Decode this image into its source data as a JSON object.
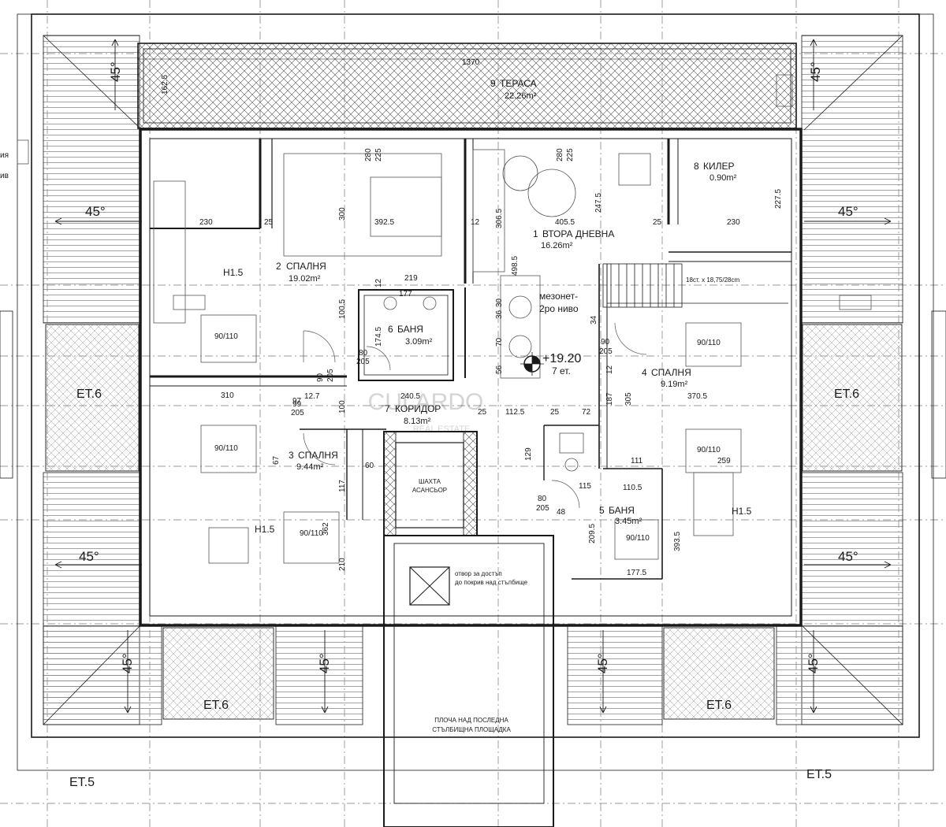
{
  "colors": {
    "line": "#1a1a1a",
    "hatch": "#8c8c8c",
    "paper": "#ffffff"
  },
  "roof_angle_labels": [
    "45°",
    "45°",
    "45°",
    "45°",
    "45°",
    "45°",
    "45°",
    "45°",
    "45°",
    "45°"
  ],
  "floor_labels": {
    "left_mid": "ET.6",
    "right_mid": "ET.6",
    "bottom_left": "ET.6",
    "bottom_right": "ET.6",
    "below_left": "ET.5",
    "below_right": "ET.5"
  },
  "rooms": [
    {
      "num": "1",
      "name": "ВТОРА ДНЕВНА",
      "area": "16.26m²"
    },
    {
      "num": "2",
      "name": "СПАЛНЯ",
      "area": "19.02m²"
    },
    {
      "num": "3",
      "name": "СПАЛНЯ",
      "area": "9.44m²"
    },
    {
      "num": "4",
      "name": "СПАЛНЯ",
      "area": "9.19m²"
    },
    {
      "num": "5",
      "name": "БАНЯ",
      "area": "3.45m²"
    },
    {
      "num": "6",
      "name": "БАНЯ",
      "area": "3.09m²"
    },
    {
      "num": "7",
      "name": "КОРИДОР",
      "area": "8.13m²"
    },
    {
      "num": "8",
      "name": "КИЛЕР",
      "area": "0.90m²"
    },
    {
      "num": "9",
      "name": "ТЕРАСА",
      "area": "22.26m²"
    }
  ],
  "dimensions": [
    "1370",
    "162.5",
    "280",
    "225",
    "280",
    "225",
    "230",
    "25",
    "300",
    "392.5",
    "12",
    "306.5",
    "405.5",
    "247.5",
    "25",
    "230",
    "227.5",
    "219",
    "12",
    "100.5",
    "174.5",
    "177",
    "498.5",
    "30",
    "36",
    "70",
    "56",
    "34",
    "100",
    "90",
    "205",
    "80",
    "205",
    "90",
    "205",
    "310",
    "99",
    "205",
    "240.5",
    "25",
    "112.5",
    "25",
    "72",
    "187",
    "12",
    "305",
    "370.5",
    "12.7",
    "97",
    "67",
    "117",
    "60",
    "129",
    "111",
    "110.5",
    "80",
    "205",
    "48",
    "115",
    "209.5",
    "177.5",
    "393.5",
    "259",
    "210",
    "362",
    "18ст. x 18,75/28cm"
  ],
  "door_window_tags": [
    "90/110",
    "90/110",
    "90/110",
    "90/110",
    "90/110",
    "90/110"
  ],
  "h_labels": [
    "H1.5",
    "H1.5",
    "H1.5"
  ],
  "elevation": {
    "value": "+19.20",
    "floor": "7 ет."
  },
  "maisonette_label": {
    "line1": "мезонет-",
    "line2": "2ро ниво"
  },
  "shaft_label": {
    "line1": "ШАХТА",
    "line2": "АСАНСЬОР"
  },
  "roof_access_note": {
    "line1": "отвор за достъп",
    "line2": "до покрив над стълбище"
  },
  "slab_note": {
    "line1": "ПЛОЧА НАД ПОСЛЕДНА",
    "line2": "СТЪЛБИЩНА ПЛОЩАДКА"
  },
  "watermark": {
    "line1": "CULARDO",
    "line2": "REAL ESTATE"
  },
  "left_edge_fragments": [
    "ия",
    "ив"
  ]
}
